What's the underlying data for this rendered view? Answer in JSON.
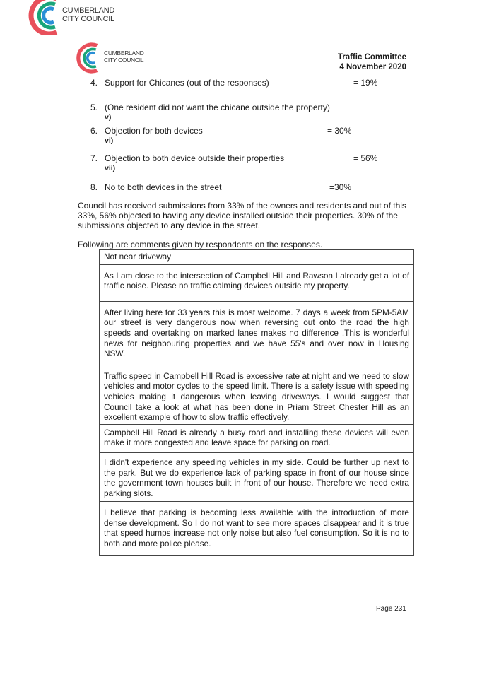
{
  "logo": {
    "line1": "CUMBERLAND",
    "line2": "CITY COUNCIL",
    "colors": {
      "red": "#e8505b",
      "green": "#1aa579",
      "blue": "#2a8fd6"
    }
  },
  "header": {
    "committee": "Traffic Committee",
    "date": "4 November 2020"
  },
  "list": [
    {
      "num": "4.",
      "text": "Support for Chicanes (out of the responses)",
      "value": "= 19%"
    },
    {
      "num": "5.",
      "text": "(One resident did not want the chicane outside the property)",
      "sub": "v)"
    },
    {
      "num": "6.",
      "text": "Objection for both devices",
      "value": "= 30%",
      "sub": "vi)"
    },
    {
      "num": "7.",
      "text": "Objection to both device outside their properties",
      "value": "= 56%",
      "sub": "vii)"
    },
    {
      "num": "8.",
      "text": "No to both devices in the street",
      "value": "=30%"
    }
  ],
  "summary": "Council has received submissions from 33% of the owners and residents and out of this 33%, 56% objected to having any device installed outside their properties. 30% of the submissions objected to any device in the street.",
  "comments_intro": "Following are comments given by respondents on the responses.",
  "comments": [
    "Not near driveway",
    "As I am close to the intersection of Campbell Hill and Rawson I already get a lot of traffic noise. Please no traffic calming devices outside my property.",
    "After living here for 33 years this is most welcome. 7 days a week from 5PM-5AM our street is very dangerous now when reversing out onto the road the high speeds and overtaking on marked lanes makes no difference .This is wonderful news for neighbouring properties and we have 55's and over now in Housing NSW.",
    "Traffic speed in Campbell Hill Road is excessive rate at night and we need to slow vehicles and motor cycles to the speed limit. There is a safety issue with speeding vehicles making it dangerous when leaving driveways. I would suggest that Council take a look at what has been done in Priam Street Chester Hill as an excellent example of how to slow traffic effectively.",
    "Campbell Hill Road is already a busy road and installing these devices will even make it more congested and leave space for parking on road.",
    "I didn't experience any speeding vehicles in my side. Could be further up next to the park. But we do experience lack of parking space in front of our house since the government town houses built in front of our house. Therefore we need extra parking slots.",
    "I believe that parking is becoming less available with the introduction of more dense development. So I do not want to see more spaces disappear and it is true that speed humps increase not only noise but also fuel consumption. So it is no to both and more police please."
  ],
  "footer": {
    "page": "Page 231"
  }
}
